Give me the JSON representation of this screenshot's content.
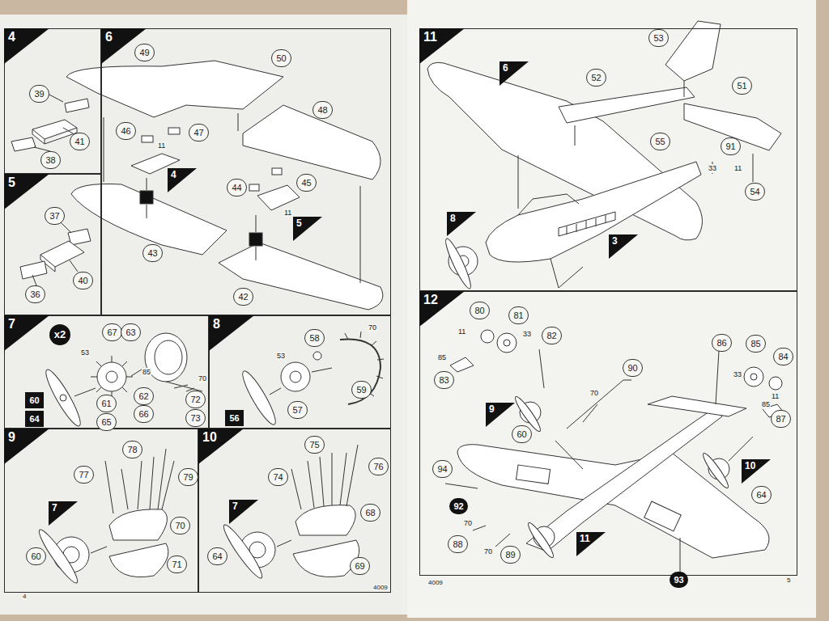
{
  "diagram": {
    "nodes": [
      {
        "text": [
          "4"
        ]
      },
      {
        "text": [
          "6"
        ]
      },
      {
        "text": [
          "5"
        ]
      },
      {
        "text": [
          "7"
        ]
      },
      {
        "text": [
          "8"
        ]
      },
      {
        "text": [
          "9"
        ]
      },
      {
        "text": [
          "10"
        ]
      },
      {
        "text": [
          "11"
        ]
      },
      {
        "text": [
          "12"
        ]
      }
    ],
    "labels": [
      "39",
      "41",
      "38",
      "49",
      "50",
      "48",
      "46",
      "47",
      "11",
      "4",
      "43",
      "44",
      "45",
      "11",
      "5",
      "42",
      "37",
      "40",
      "36",
      "x2",
      "67",
      "63",
      "53",
      "85",
      "61",
      "65",
      "62",
      "66",
      "70",
      "72",
      "73",
      "60",
      "64",
      "70",
      "58",
      "53",
      "59",
      "57",
      "56",
      "78",
      "77",
      "79",
      "7",
      "70",
      "60",
      "71",
      "75",
      "74",
      "76",
      "7",
      "68",
      "64",
      "69",
      "4",
      "4009",
      "53",
      "6",
      "52",
      "51",
      "55",
      "91",
      "33",
      "11",
      "54",
      "8",
      "3",
      "80",
      "81",
      "11",
      "33",
      "82",
      "86",
      "85",
      "85",
      "84",
      "90",
      "33",
      "83",
      "70",
      "11",
      "85",
      "9",
      "87",
      "60",
      "10",
      "94",
      "64",
      "92",
      "70",
      "11",
      "88",
      "70",
      "89",
      "93",
      "4009",
      "5"
    ]
  }
}
